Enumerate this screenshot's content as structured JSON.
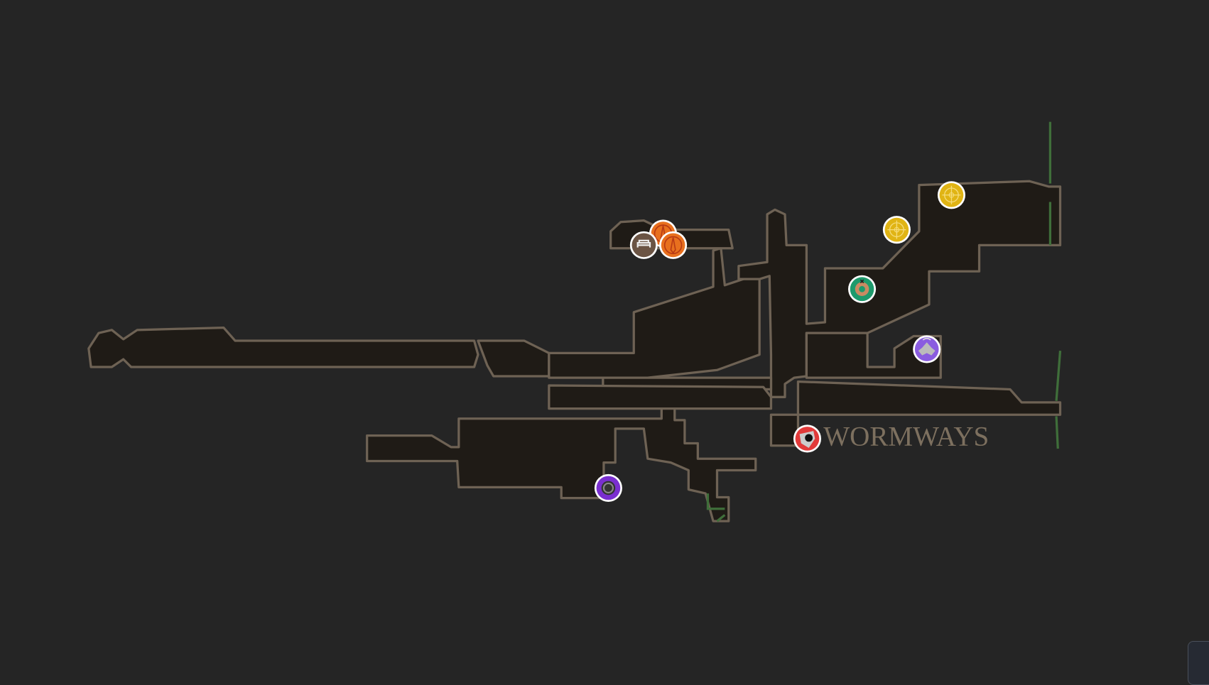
{
  "map": {
    "area_label": "WORMWAYS",
    "colors": {
      "background": "#252525",
      "room_fill": "#1f1b16",
      "room_outline": "#6e6254",
      "transition": "#3f6e3a"
    },
    "markers": [
      {
        "id": "bench",
        "icon": "bench-icon",
        "color": "#6b5444"
      },
      {
        "id": "vendor-1",
        "icon": "needle-icon",
        "color": "#e8701e"
      },
      {
        "id": "vendor-2",
        "icon": "needle-icon",
        "color": "#e8701e"
      },
      {
        "id": "compass-1",
        "icon": "compass-icon",
        "color": "#e0b414"
      },
      {
        "id": "compass-2",
        "icon": "compass-icon",
        "color": "#e0b414"
      },
      {
        "id": "rosary",
        "icon": "rosary-ring-icon",
        "color": "#1d9a6c"
      },
      {
        "id": "mask-shard",
        "icon": "mask-shard-icon",
        "color": "#8a5ce0"
      },
      {
        "id": "boss",
        "icon": "shell-icon",
        "color": "#e23a3a"
      },
      {
        "id": "relic",
        "icon": "relic-icon",
        "color": "#7a2fd0"
      }
    ]
  }
}
